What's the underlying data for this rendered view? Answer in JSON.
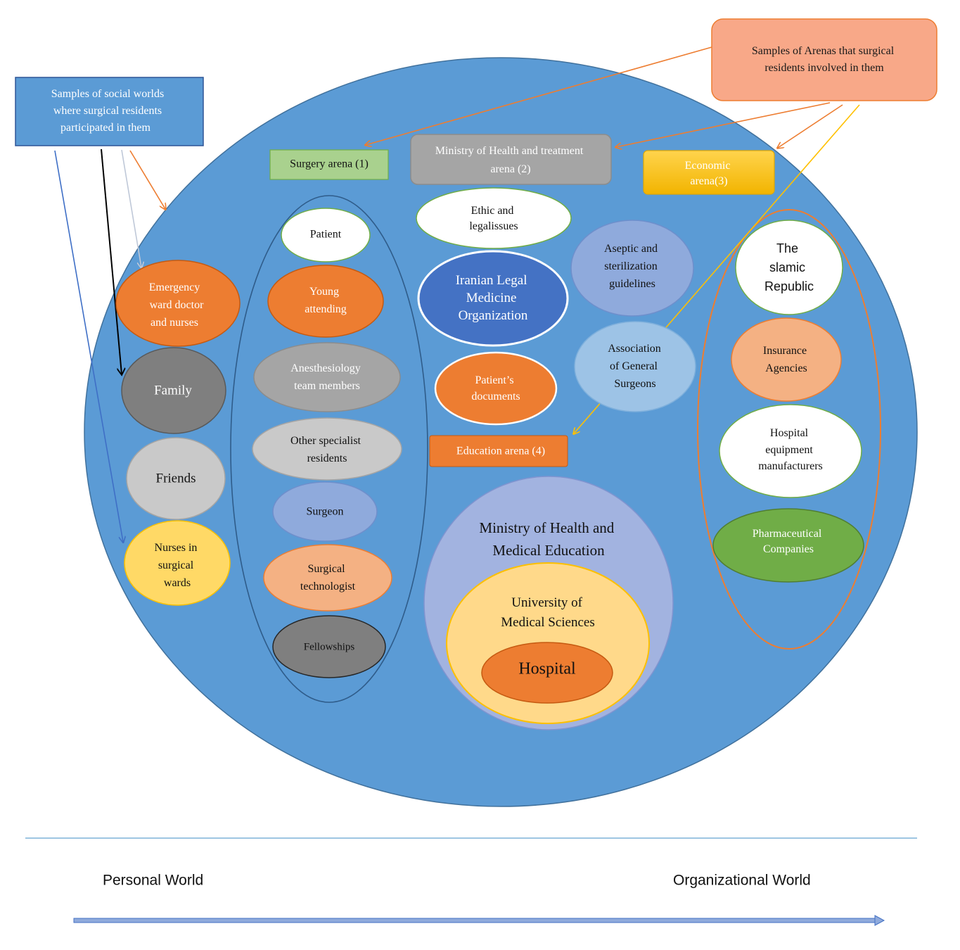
{
  "callouts": {
    "social_worlds": [
      "Samples of social worlds",
      "where surgical residents",
      "participated in them"
    ],
    "arenas": [
      "Samples of Arenas that surgical",
      "residents involved in them"
    ]
  },
  "arenas": {
    "surgery": "Surgery arena (1)",
    "ministry_treatment": [
      "Ministry of Health  and treatment",
      "arena (2)"
    ],
    "economic": [
      "Economic",
      "arena(3)"
    ],
    "education": "Education arena (4)"
  },
  "personal_worlds": {
    "emergency": [
      "Emergency",
      "ward doctor",
      "and nurses"
    ],
    "family": "Family",
    "friends": "Friends",
    "nurses": [
      "Nurses in",
      "surgical",
      "wards"
    ]
  },
  "surgery_members": {
    "patient": "Patient",
    "young_attending": [
      "Young",
      "attending"
    ],
    "anesthesiology": [
      "Anesthesiology",
      "team members"
    ],
    "other_specialist": [
      "Other specialist",
      "residents"
    ],
    "surgeon": "Surgeon",
    "surgical_technologist": [
      "Surgical",
      "technologist"
    ],
    "fellowships": "Fellowships"
  },
  "ministry_members": {
    "ethic": [
      "Ethic and",
      "legalissues"
    ],
    "legal_medicine": [
      "Iranian Legal",
      "Medicine",
      "Organization"
    ],
    "patient_documents": [
      "Patient’s",
      "documents"
    ],
    "aseptic": [
      "Aseptic and",
      "sterilization",
      "guidelines"
    ],
    "association": [
      "Association",
      "of General",
      "Surgeons"
    ]
  },
  "economic_members": {
    "republic": [
      "The",
      "slamic",
      "Republic"
    ],
    "insurance": [
      "Insurance",
      "Agencies"
    ],
    "equipment": [
      "Hospital",
      "equipment",
      "manufacturers"
    ],
    "pharma": [
      "Pharmaceutical",
      "Companies"
    ]
  },
  "education_members": {
    "ministry": [
      "Ministry of Health and",
      "Medical Education"
    ],
    "university": [
      "University of",
      "Medical Sciences"
    ],
    "hospital": "Hospital"
  },
  "axis": {
    "left_label": "Personal World",
    "right_label": "Organizational World"
  },
  "colors": {
    "main_circle": "#5b9bd5",
    "orange": "#ed7d31",
    "gray": "#a5a5a5",
    "light_gray": "#c9c9c9",
    "dark_gray": "#7f7f7f",
    "lavender": "#8faadc",
    "light_blue": "#9dc3e6",
    "royal_blue": "#4472c4",
    "salmon": "#f4b183",
    "yellow": "#ffc000",
    "pale_yellow": "#ffd966",
    "green_light": "#a9d18e",
    "green": "#70ad47"
  }
}
